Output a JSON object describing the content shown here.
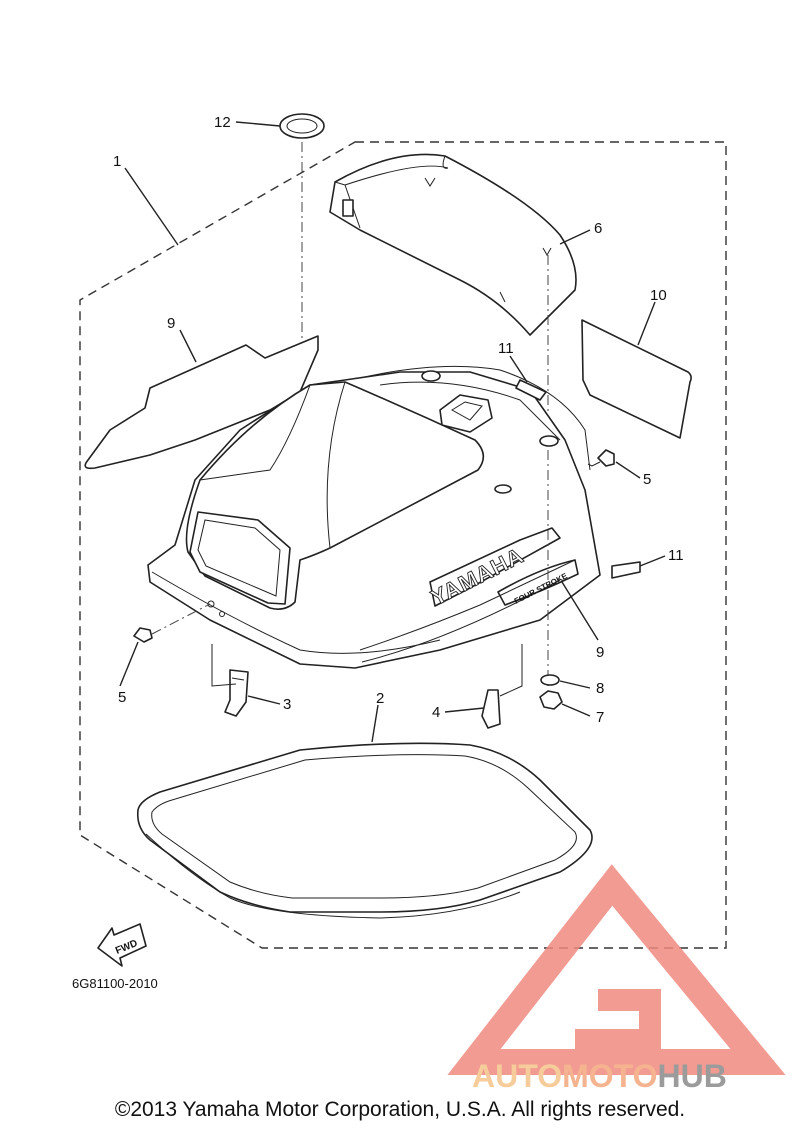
{
  "diagram": {
    "callouts": [
      "1",
      "2",
      "3",
      "4",
      "5",
      "5",
      "6",
      "7",
      "8",
      "9",
      "9",
      "10",
      "11",
      "11",
      "12"
    ],
    "brand_text": "YAMAHA",
    "badge_text": "FOUR STROKE",
    "fwd_label": "FWD",
    "part_code": "6G81100-2010",
    "copyright": "©2013 Yamaha Motor Corporation, U.S.A. All rights reserved."
  },
  "watermark": {
    "brand": "AUTOMOTOHUB",
    "colors": {
      "triangle": "#f08a80",
      "auto": "#f6c48a",
      "moto": "#f4a77c",
      "hub": "#8a8a8a"
    }
  }
}
